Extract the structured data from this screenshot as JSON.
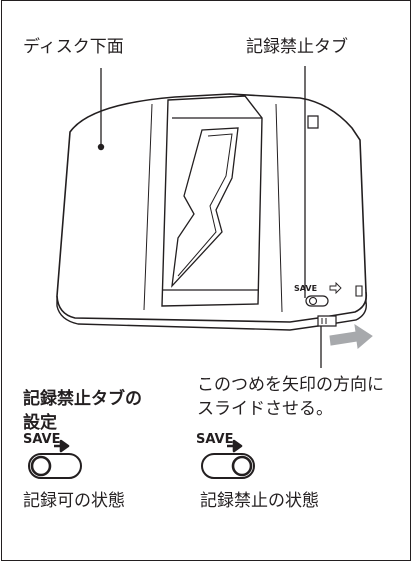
{
  "labels": {
    "disk_bottom": "ディスク下面",
    "protect_tab": "記録禁止タブ",
    "instruction_line1": "このつめを矢印の方向に",
    "instruction_line2": "スライドさせる。",
    "setting_title_line1": "記録禁止タブの",
    "setting_title_line2": "設定",
    "state_writable": "記録可の状態",
    "state_protected": "記録禁止の状態"
  },
  "switch": {
    "save_text": "SAVE",
    "tab_save_text": "SAVE"
  },
  "colors": {
    "ink": "#231f20",
    "arrow_gray": "#a7a9ac",
    "disk_fill": "#ffffff"
  }
}
